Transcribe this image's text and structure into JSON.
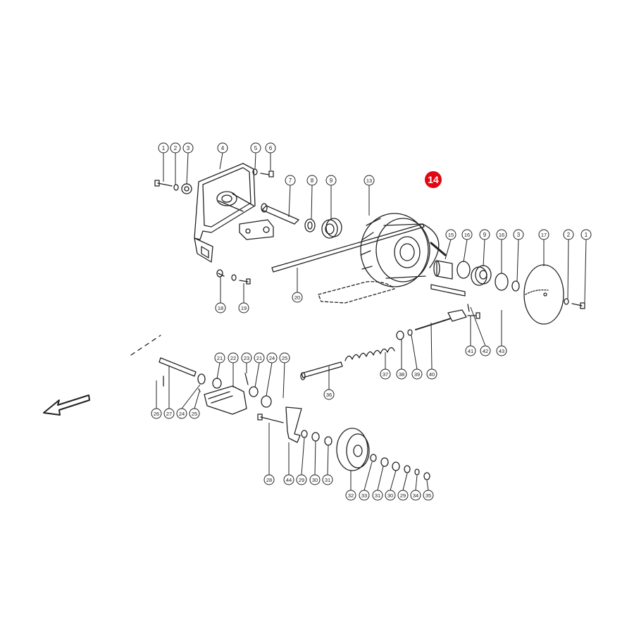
{
  "highlight": {
    "label": "14",
    "color": "#e10612"
  },
  "callout_color": "#222222",
  "callouts": [
    {
      "id": "c1a",
      "label": "1"
    },
    {
      "id": "c2a",
      "label": "2"
    },
    {
      "id": "c3a",
      "label": "3"
    },
    {
      "id": "c4",
      "label": "4"
    },
    {
      "id": "c5",
      "label": "5"
    },
    {
      "id": "c6",
      "label": "6"
    },
    {
      "id": "c7",
      "label": "7"
    },
    {
      "id": "c8",
      "label": "8"
    },
    {
      "id": "c9a",
      "label": "9"
    },
    {
      "id": "c13",
      "label": "13"
    },
    {
      "id": "c15",
      "label": "15"
    },
    {
      "id": "c16a",
      "label": "16"
    },
    {
      "id": "c9b",
      "label": "9"
    },
    {
      "id": "c16b",
      "label": "16"
    },
    {
      "id": "c3b",
      "label": "3"
    },
    {
      "id": "c17",
      "label": "17"
    },
    {
      "id": "c2b",
      "label": "2"
    },
    {
      "id": "c1b",
      "label": "1"
    },
    {
      "id": "c18",
      "label": "18"
    },
    {
      "id": "c19",
      "label": "19"
    },
    {
      "id": "c20",
      "label": "20"
    },
    {
      "id": "c41",
      "label": "41"
    },
    {
      "id": "c42",
      "label": "42"
    },
    {
      "id": "c43",
      "label": "43"
    },
    {
      "id": "c37",
      "label": "37"
    },
    {
      "id": "c38",
      "label": "38"
    },
    {
      "id": "c39",
      "label": "39"
    },
    {
      "id": "c40",
      "label": "40"
    },
    {
      "id": "c36",
      "label": "36"
    },
    {
      "id": "c21a",
      "label": "21"
    },
    {
      "id": "c22",
      "label": "22"
    },
    {
      "id": "c23",
      "label": "23"
    },
    {
      "id": "c21b",
      "label": "21"
    },
    {
      "id": "c24a",
      "label": "24"
    },
    {
      "id": "c25a",
      "label": "25"
    },
    {
      "id": "c26",
      "label": "26"
    },
    {
      "id": "c27",
      "label": "27"
    },
    {
      "id": "c24b",
      "label": "24"
    },
    {
      "id": "c25b",
      "label": "25"
    },
    {
      "id": "c28",
      "label": "28"
    },
    {
      "id": "c44",
      "label": "44"
    },
    {
      "id": "c29a",
      "label": "29"
    },
    {
      "id": "c30a",
      "label": "30"
    },
    {
      "id": "c31a",
      "label": "31"
    },
    {
      "id": "c32",
      "label": "32"
    },
    {
      "id": "c33",
      "label": "33"
    },
    {
      "id": "c31b",
      "label": "31"
    },
    {
      "id": "c30b",
      "label": "30"
    },
    {
      "id": "c29b",
      "label": "29"
    },
    {
      "id": "c34",
      "label": "34"
    },
    {
      "id": "c35",
      "label": "35"
    }
  ]
}
